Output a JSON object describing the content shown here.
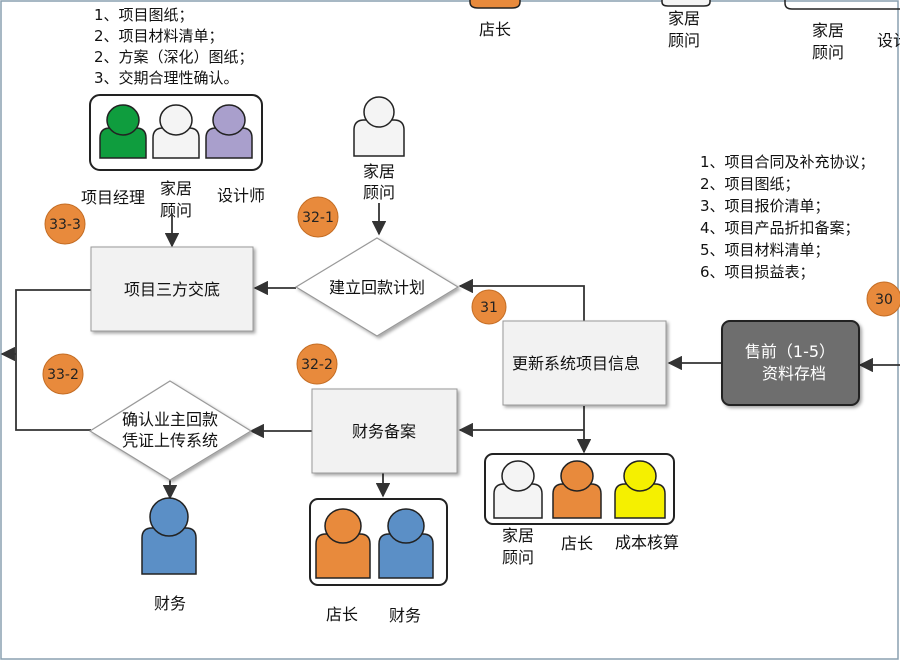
{
  "top_partial": {
    "store_manager": "店长",
    "home_consultant_1": [
      "家居",
      "顾问"
    ],
    "home_consultant_2": [
      "家居",
      "顾问"
    ],
    "designer_partial": "设计"
  },
  "notes_left": [
    "1、项目图纸；",
    "2、项目材料清单；",
    "2、方案（深化）图纸；",
    "3、交期合理性确认。"
  ],
  "notes_right": [
    "1、项目合同及补充协议；",
    "2、项目图纸；",
    "3、项目报价清单；",
    "4、项目产品折扣备案；",
    "5、项目材料清单；",
    "6、项目损益表；"
  ],
  "group_left": {
    "project_manager": "项目经理",
    "home_consultant": [
      "家居",
      "顾问"
    ],
    "designer": "设计师"
  },
  "consultant_top": [
    "家居",
    "顾问"
  ],
  "badges": {
    "b33_3": "33-3",
    "b32_1": "32-1",
    "b31": "31",
    "b30": "30",
    "b33_2": "33-2",
    "b32_2": "32-2"
  },
  "boxes": {
    "three_party": "项目三方交底",
    "update_info": "更新系统项目信息",
    "presale": [
      "售前（1-5）",
      "资料存档"
    ],
    "finance_record": "财务备案"
  },
  "diamonds": {
    "payment_plan": "建立回款计划",
    "confirm_upload": [
      "确认业主回款",
      "凭证上传系统"
    ]
  },
  "group_bottom_right": {
    "home_consultant": [
      "家居",
      "顾问"
    ],
    "store_manager": "店长",
    "cost_accounting": "成本核算"
  },
  "finance_single": "财务",
  "group_bottom_mid": {
    "store_manager": "店长",
    "finance": "财务"
  },
  "colors": {
    "green": "#0f9d3e",
    "white": "#f4f4f4",
    "purple": "#a99fcc",
    "orange": "#e88a3c",
    "blue": "#5b8fc6",
    "yellow": "#f5f000",
    "dark_box": "#6e6e6e"
  }
}
